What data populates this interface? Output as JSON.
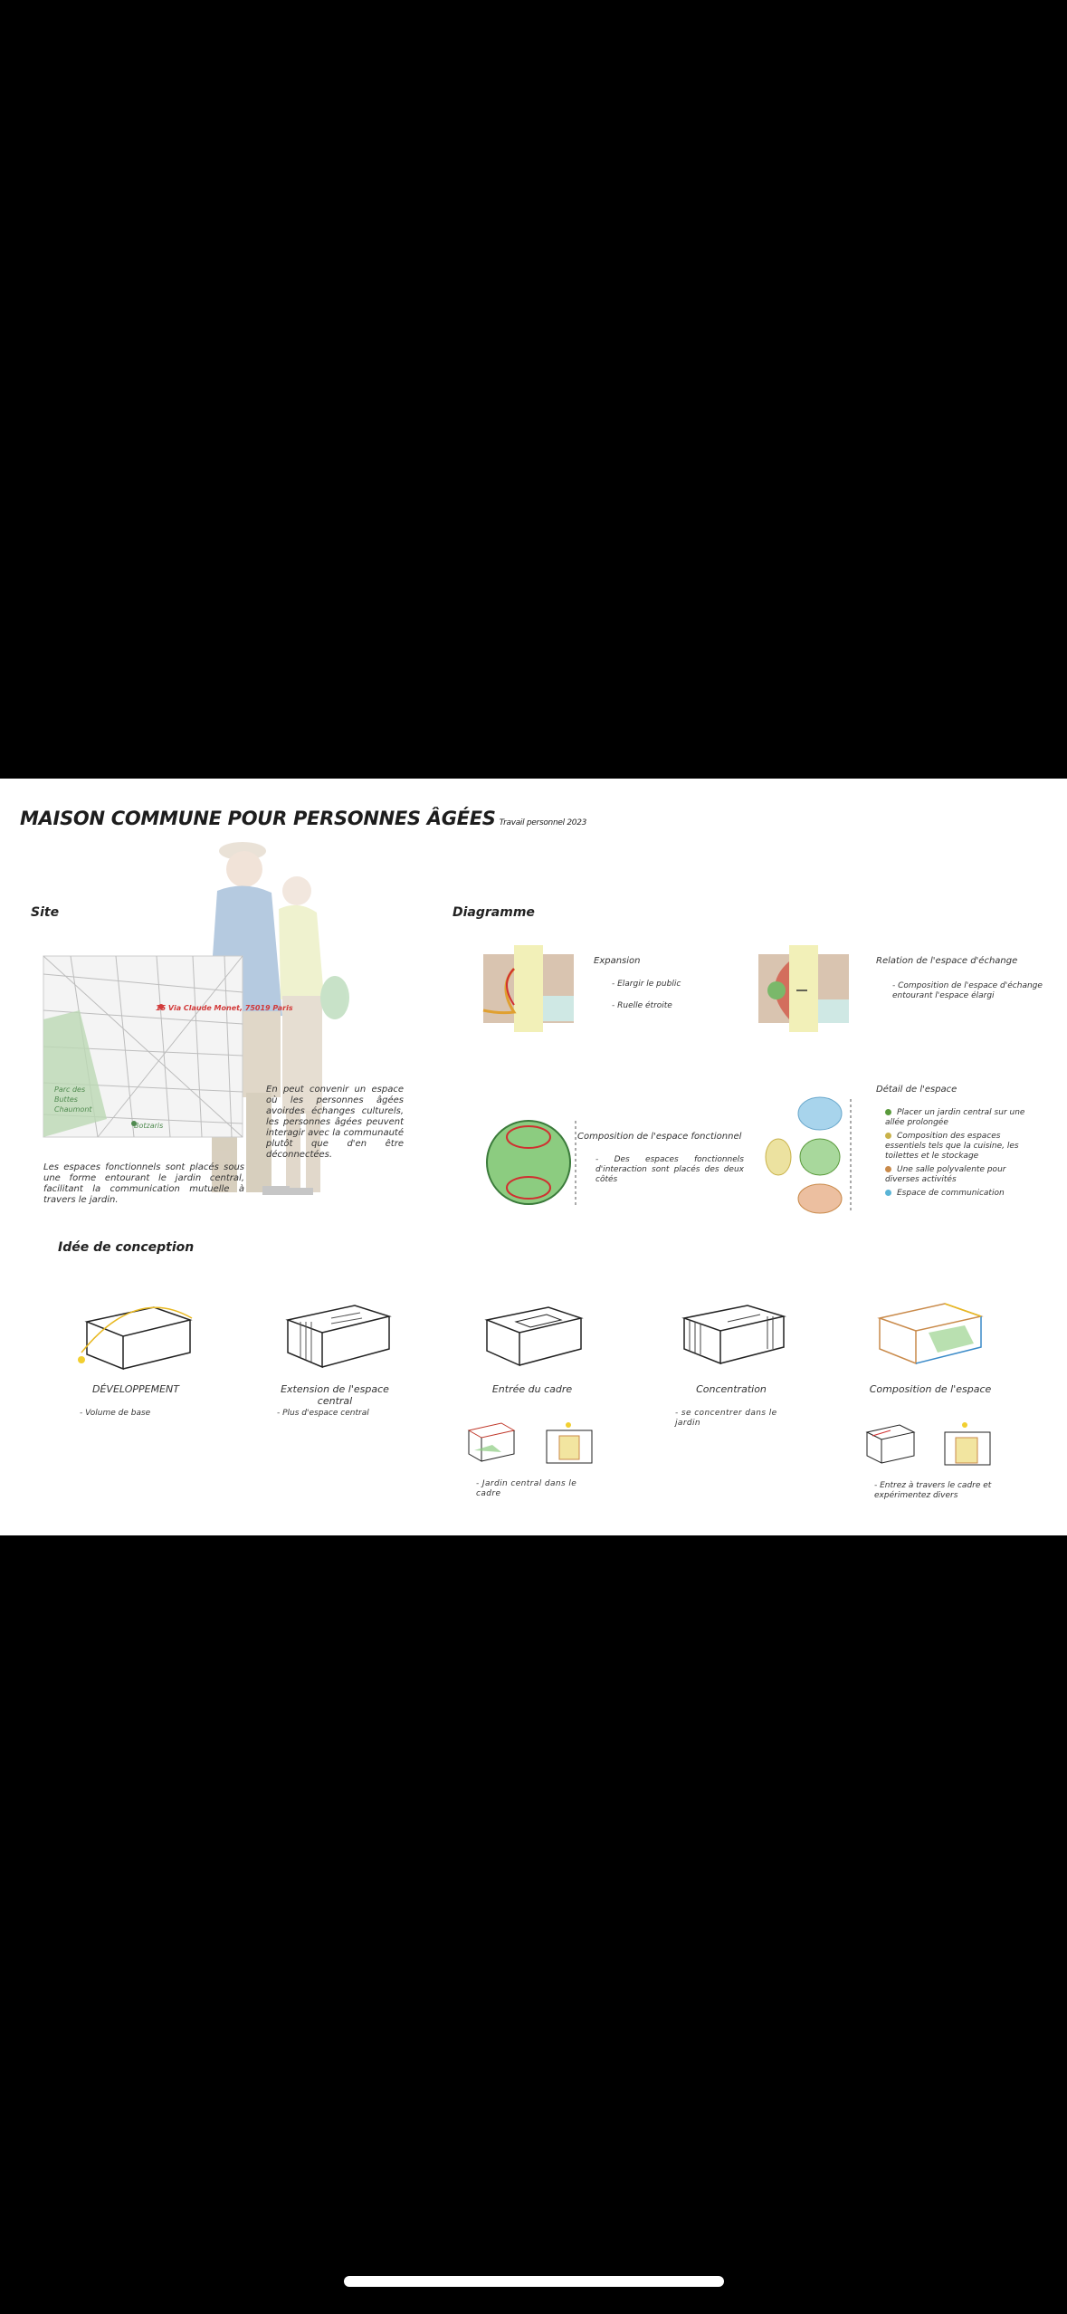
{
  "title": "MAISON COMMUNE POUR PERSONNES ÂGÉES",
  "subtitle": "Travail personnel 2023",
  "site": {
    "heading": "Site",
    "address": "15 Via Claude Monet, 75019 Paris",
    "park_label": "Parc des Buttes Chaumont",
    "metro_label": "Botzaris",
    "text_right": "En peut convenir un espace où les personnes âgées avoirdes échanges culturels, les personnes âgées peuvent interagir avec la communauté plutôt que d'en être déconnectées.",
    "text_left": "Les espaces fonctionnels sont placés sous une forme entourant le jardin central, facilitant la communication mutuelle à travers le jardin."
  },
  "diagram": {
    "heading": "Diagramme",
    "expansion": {
      "title": "Expansion",
      "items": [
        "- Elargir le public",
        "- Ruelle étroite"
      ]
    },
    "relation": {
      "title": "Relation de l'espace d'échange",
      "text": "- Composition de l'espace d'échange entourant l'espace élargi"
    },
    "composition": {
      "title": "Composition de l'espace fonctionnel",
      "text": "- Des espaces fonctionnels d'interaction sont placés des deux côtés"
    },
    "detail": {
      "title": "Détail de l'espace",
      "items": [
        {
          "text": "Placer un jardin central sur une allée prolongée",
          "color": "#5a9a3c"
        },
        {
          "text": "Composition des espaces essentiels tels que la cuisine, les toilettes et le stockage",
          "color": "#c9b24a"
        },
        {
          "text": "Une salle polyvalente pour diverses activités",
          "color": "#c98a4a"
        },
        {
          "text": "Espace de communication",
          "color": "#5ab4d6"
        }
      ]
    }
  },
  "concept": {
    "heading": "Idée de conception",
    "items": [
      {
        "label": "DÉVELOPPEMENT",
        "desc": "- Volume de base"
      },
      {
        "label": "Extension de l'espace central",
        "desc": "- Plus d'espace central"
      },
      {
        "label": "Entrée du cadre",
        "desc": "- Jardin central dans le cadre"
      },
      {
        "label": "Concentration",
        "desc": "- se concentrer dans le jardin"
      },
      {
        "label": "Composition de l'espace",
        "desc": "- Entrez à travers le cadre et expérimentez divers"
      }
    ]
  },
  "colors": {
    "sheet_bg": "#ffffff",
    "screen_bg": "#000000",
    "address_red": "#d23a3a",
    "park_green": "#4f8a4f"
  }
}
